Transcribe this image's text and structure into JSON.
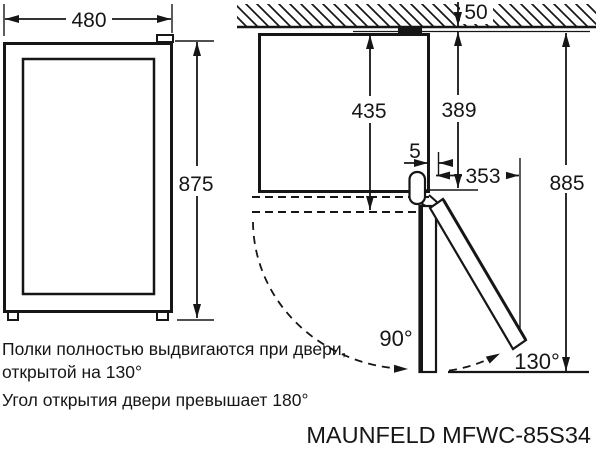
{
  "model_label": "MAUNFELD MFWC-85S34",
  "front_view": {
    "width_mm": "480",
    "height_mm": "875"
  },
  "side_view": {
    "ceiling_clearance_mm": "50",
    "upper_section_mm": "435",
    "hinge_drop_mm": "389",
    "front_gap_mm": "5",
    "swing_clearance_mm": "353",
    "total_height_mm": "885",
    "open_angle_mid": "90°",
    "open_angle_max": "130°"
  },
  "notes": {
    "shelves_line1": "Полки полностью выдвигаются при двери,",
    "shelves_line2": "открытой на 130°",
    "door_angle": "Угол открытия двери превышает 180°"
  },
  "colors": {
    "line": "#161616",
    "background": "#ffffff"
  }
}
